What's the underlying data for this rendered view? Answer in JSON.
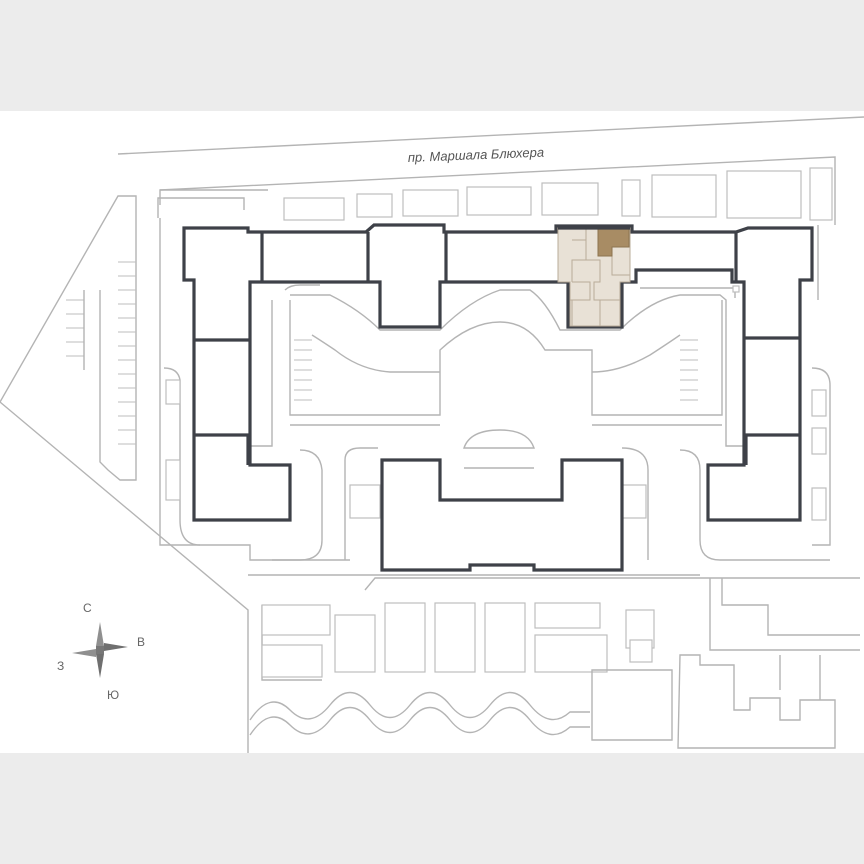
{
  "street": {
    "name": "пр. Маршала Блюхера"
  },
  "compass": {
    "north": "С",
    "east": "В",
    "south": "Ю",
    "west": "З"
  },
  "selection": {
    "building": "north-block",
    "section": "highlighted-section",
    "apartment": "highlighted-apartment"
  },
  "colors": {
    "background": "#ececec",
    "site": "#ffffff",
    "building_outline": "#3e4148",
    "linework": "#b4b4b4",
    "section_highlight": "#e8e1d6",
    "apartment_highlight": "#a88c64"
  }
}
